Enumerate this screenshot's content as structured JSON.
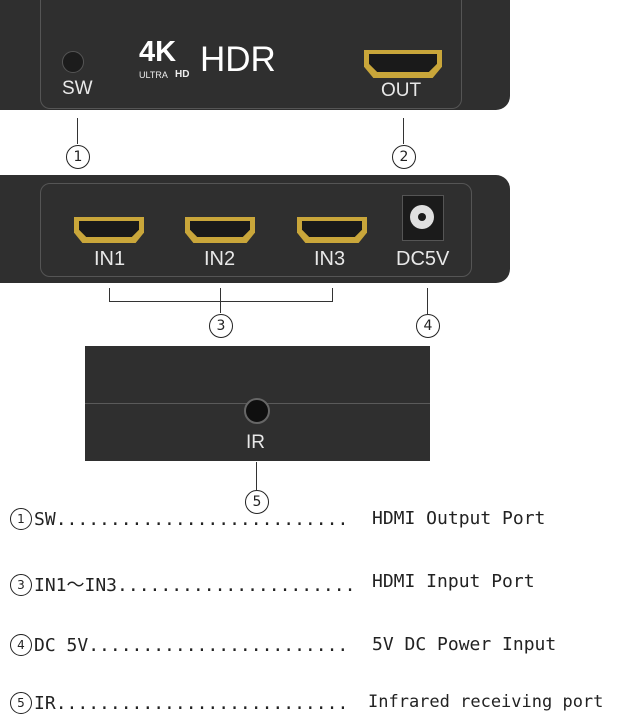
{
  "top_unit": {
    "sw_label": "SW",
    "logo_4k": "4K",
    "logo_ultra": "ULTRA",
    "logo_hd": "HD",
    "logo_hdr": "HDR",
    "out_label": "OUT"
  },
  "middle_unit": {
    "inputs": [
      "IN1",
      "IN2",
      "IN3"
    ],
    "dc_label": "DC5V"
  },
  "bottom_unit": {
    "ir_label": "IR"
  },
  "callouts": [
    "1",
    "2",
    "3",
    "4",
    "5"
  ],
  "legend": [
    {
      "num": "1",
      "key": "SW",
      "value": "HDMI Output Port"
    },
    {
      "num": "3",
      "key": "IN1～IN3",
      "value": "HDMI Input Port"
    },
    {
      "num": "4",
      "key": "DC 5V",
      "value": "5V DC Power Input"
    },
    {
      "num": "5",
      "key": "IR",
      "value": "Infrared receiving port"
    }
  ],
  "colors": {
    "device": "#2f2f2f",
    "hdmi_port": "#c9a63a"
  }
}
